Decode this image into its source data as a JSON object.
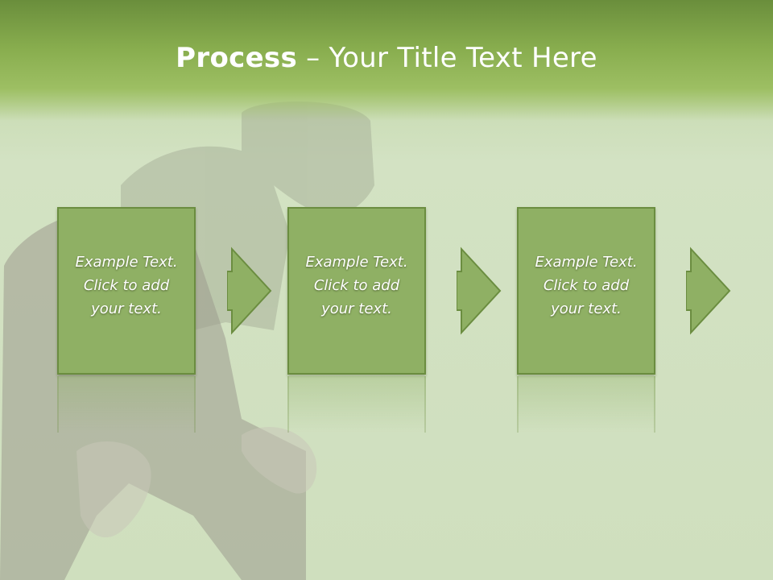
{
  "slide": {
    "title_bold": "Process",
    "title_rest": " – Your Title Text Here",
    "steps": [
      {
        "line1": "Example Text.",
        "line2": "Click  to add",
        "line3": "your text."
      },
      {
        "line1": "Example Text.",
        "line2": "Click  to add",
        "line3": "your text."
      },
      {
        "line1": "Example Text.",
        "line2": "Click  to add",
        "line3": "your text."
      }
    ]
  },
  "colors": {
    "header_dark": "#6a8e3c",
    "box_fill": "#8fb064",
    "box_border": "#6b8d40",
    "text": "#ffffff"
  }
}
